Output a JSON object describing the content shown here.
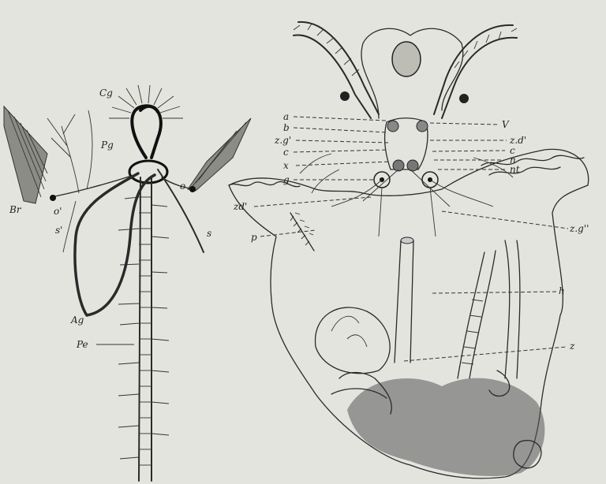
{
  "left_figure": {
    "labels": {
      "cg": "Cg",
      "pg": "Pg",
      "br": "Br",
      "o_prime": "o'",
      "o": "o",
      "s_prime": "s'",
      "s": "s",
      "ag": "Ag",
      "pe": "Pe"
    }
  },
  "right_figure": {
    "labels": {
      "a": "a",
      "b": "b",
      "zg_prime": "z.g'",
      "c_left": "c",
      "x": "x",
      "g": "g",
      "zd_prime_left": "zd'",
      "p": "p",
      "v": "V",
      "zd_prime_right": "z.d'",
      "c_right": "c",
      "n": "n",
      "nt": "nt",
      "zg_double": "z.g''",
      "h": "h",
      "z": "z"
    }
  }
}
